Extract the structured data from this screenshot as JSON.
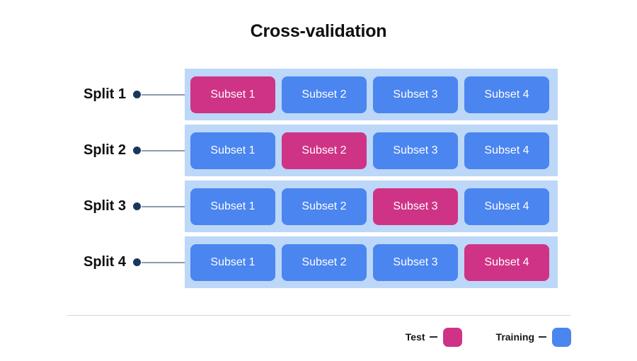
{
  "header": {
    "title": "Cross-validation"
  },
  "chart_data": {
    "type": "diagram",
    "title": "Cross-validation",
    "diagram_kind": "k-fold-cross-validation",
    "n_splits": 4,
    "n_subsets": 4,
    "subset_labels": [
      "Subset 1",
      "Subset 2",
      "Subset 3",
      "Subset 4"
    ],
    "split_labels": [
      "Split 1",
      "Split 2",
      "Split 3",
      "Split 4"
    ],
    "roles": [
      "test",
      "training"
    ],
    "colors": {
      "test": "#cf3386",
      "training": "#4a85f0",
      "band": "#bcd7f8",
      "dot": "#19365f",
      "connector": "#8d9bad",
      "divider": "#d3dae3",
      "text": "#101010",
      "background": "#ffffff"
    },
    "legend": {
      "position": "bottom-right",
      "entries": [
        {
          "label": "Test",
          "color": "#cf3386"
        },
        {
          "label": "Training",
          "color": "#4a85f0"
        }
      ]
    },
    "splits": [
      {
        "label": "Split 1",
        "test_index": 0,
        "cells": [
          {
            "label": "Subset 1",
            "role": "test"
          },
          {
            "label": "Subset 2",
            "role": "training"
          },
          {
            "label": "Subset 3",
            "role": "training"
          },
          {
            "label": "Subset 4",
            "role": "training"
          }
        ]
      },
      {
        "label": "Split 2",
        "test_index": 1,
        "cells": [
          {
            "label": "Subset 1",
            "role": "training"
          },
          {
            "label": "Subset 2",
            "role": "test"
          },
          {
            "label": "Subset 3",
            "role": "training"
          },
          {
            "label": "Subset 4",
            "role": "training"
          }
        ]
      },
      {
        "label": "Split 3",
        "test_index": 2,
        "cells": [
          {
            "label": "Subset 1",
            "role": "training"
          },
          {
            "label": "Subset 2",
            "role": "training"
          },
          {
            "label": "Subset 3",
            "role": "test"
          },
          {
            "label": "Subset 4",
            "role": "training"
          }
        ]
      },
      {
        "label": "Split 4",
        "test_index": 3,
        "cells": [
          {
            "label": "Subset 1",
            "role": "training"
          },
          {
            "label": "Subset 2",
            "role": "training"
          },
          {
            "label": "Subset 3",
            "role": "training"
          },
          {
            "label": "Subset 4",
            "role": "test"
          }
        ]
      }
    ]
  },
  "legend": {
    "test_label": "Test",
    "training_label": "Training",
    "dash": "—"
  }
}
